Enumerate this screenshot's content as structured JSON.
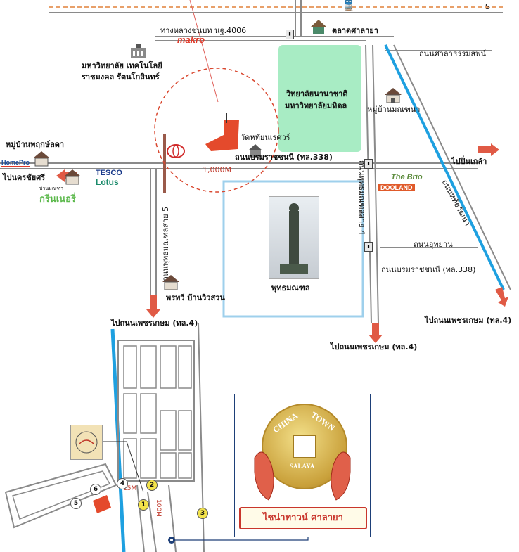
{
  "labels": {
    "compass_s": "S",
    "hwy4006": "ทางหลวงชนบท นฐ.4006",
    "makro": "makro",
    "market": "ตลาดศาลายา",
    "salaya_rd": "ถนนศาลาธรรมสพน์",
    "tech_univ_1": "มหาวิทยาลัย เทคโนโลยี",
    "tech_univ_2": "ราชมงคล รัตนโกสินทร์",
    "intl_college_1": "วิทยาลัยนานาชาติ",
    "intl_college_2": "มหาวิทยาลัยมหิดล",
    "village_monthana": "หมู่บ้านมณฑนา",
    "wat": "วัดหทัยนเรศวร์",
    "village_pruksa": "หมู่บ้านพฤกษ์ลดา",
    "homepro": "HomePro",
    "to_nakhonchaisri": "ไปนครชัยศรี",
    "tesco": "TESCO",
    "lotus": "Lotus",
    "greenner": "กรีนเนอรี่",
    "greenner_top": "บ้านมณฑา",
    "borom_rd_top": "ถนนบรมราชชนนี (ทล.338)",
    "distance_1000": "1,000M",
    "to_pinklao": "ไปปิ่นเกล้า",
    "the_brio": "The Brio",
    "dooland": "DOOLAND",
    "phuttha_rd5": "ถนนพุทธมณฑลสาย 5",
    "phuttha_rd4": "ถนนพุทธมณฑลสาย 4",
    "wat_rd": "ถนนหทัยวัฒนา",
    "uthayan_rd": "ถนนอุทยาน",
    "borom_rd_bottom": "ถนนบรมราชชนนี (ทล.338)",
    "village_vivsuan": "พรทวี บ้านวิวสวน",
    "phutthamonthon": "พุทธมณฑล",
    "to_phetkasem_left": "ไปถนนเพชรเกษม (ทล.4)",
    "to_phetkasem_mid": "ไปถนนเพชรเกษม (ทล.4)",
    "to_phetkasem_right": "ไปถนนเพชรเกษม (ทล.4)",
    "dist_15m": "15M",
    "dist_100m": "100M"
  },
  "badges": [
    "1",
    "2",
    "3",
    "4",
    "5",
    "6"
  ],
  "logo": {
    "china": "CHINA",
    "town": "TOWN",
    "salaya": "SALAYA",
    "thai_name": "ไชน่าทาวน์ ศาลายา"
  },
  "colors": {
    "road": "#8a8a8a",
    "blue_road": "#1ea0e0",
    "green_area": "#a8ecc4",
    "red_marker": "#e44a2c",
    "dash_circle": "#d9472f",
    "arrow": "#e05a45",
    "outline_blue": "#9fd0ec"
  }
}
